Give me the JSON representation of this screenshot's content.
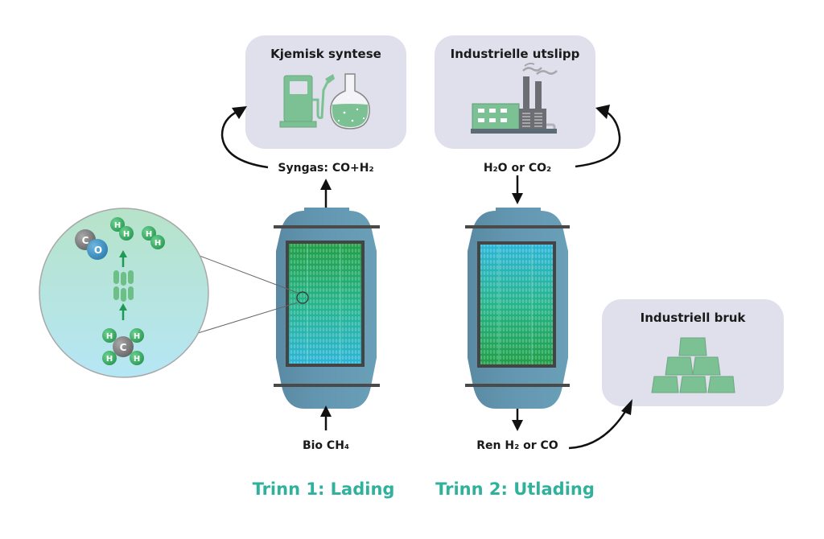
{
  "boxes": {
    "chemical_synthesis": {
      "title": "Kjemisk syntese"
    },
    "industrial_emissions": {
      "title": "Industrielle utslipp"
    },
    "industrial_use": {
      "title": "Industriell bruk"
    }
  },
  "flows": {
    "syngas": "Syngas: CO+H₂",
    "h2o_co2": "H₂O or CO₂",
    "bio_ch4": "Bio CH₄",
    "clean_h2_co": "Ren H₂ or CO"
  },
  "stages": {
    "stage1": "Trinn 1: Lading",
    "stage2": "Trinn 2: Utlading"
  },
  "zoom_inset": {
    "atoms": {
      "carbon": "C",
      "oxygen": "O",
      "hydrogen": "H"
    }
  },
  "colors": {
    "box_bg": "#dfe0ec",
    "icon_green": "#7cc194",
    "reactor_shell": "#5f90a9",
    "bed_green": "#23a44f",
    "bed_cyan": "#2cb6d6",
    "stage_text": "#2fb19c",
    "factory_gray": "#6b6e72"
  }
}
